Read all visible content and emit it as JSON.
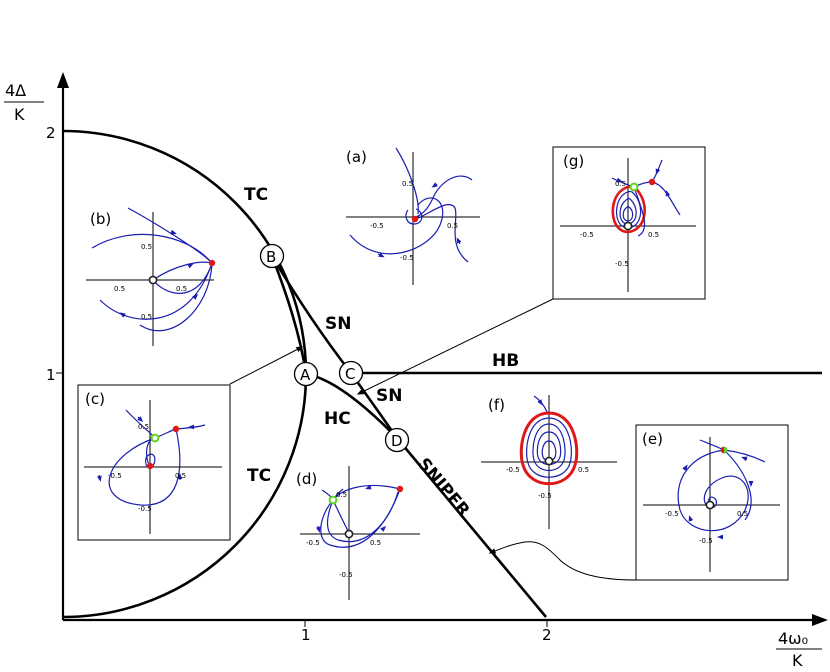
{
  "axes": {
    "y_num": "4Δ",
    "y_den": "K",
    "x_num": "4ω₀",
    "x_den": "K",
    "y_ticks": [
      "1",
      "2"
    ],
    "x_ticks": [
      "1",
      "2"
    ]
  },
  "curve_labels": {
    "tc_upper": "TC",
    "tc_lower": "TC",
    "sn_upper": "SN",
    "sn_lower": "SN",
    "hb": "HB",
    "hc": "HC",
    "sniper": "SNIPER"
  },
  "points": [
    "A",
    "B",
    "C",
    "D"
  ],
  "panels": {
    "a": {
      "label": "(a)",
      "t1": "0.5",
      "t2": "-0.5",
      "t3": "0.5",
      "t4": "-0.5"
    },
    "b": {
      "label": "(b)",
      "t1": "0.5",
      "t2": "0.5",
      "t3": "0.5",
      "t4": "0.5"
    },
    "c": {
      "label": "(c)",
      "t1": "0.5",
      "t2": "-0.5",
      "t3": "0.5",
      "t4": "-0.5"
    },
    "d": {
      "label": "(d)",
      "t1": "0.5",
      "t2": "-0.5",
      "t3": "0.5",
      "t4": "-0.5"
    },
    "e": {
      "label": "(e)",
      "t1": "-0.5",
      "t2": "0.5",
      "t3": "-0.5"
    },
    "f": {
      "label": "(f)",
      "t1": "-0.5",
      "t2": "0.5",
      "t3": "-0.5"
    },
    "g": {
      "label": "(g)",
      "t1": "0.5",
      "t2": "-0.5",
      "t3": "0.5",
      "t4": "-0.5"
    }
  },
  "colors": {
    "trajectory": "#1a1fb0",
    "stable_node": "#e01818",
    "saddle": "#5fd21e",
    "limit_cycle": "#e01818"
  }
}
